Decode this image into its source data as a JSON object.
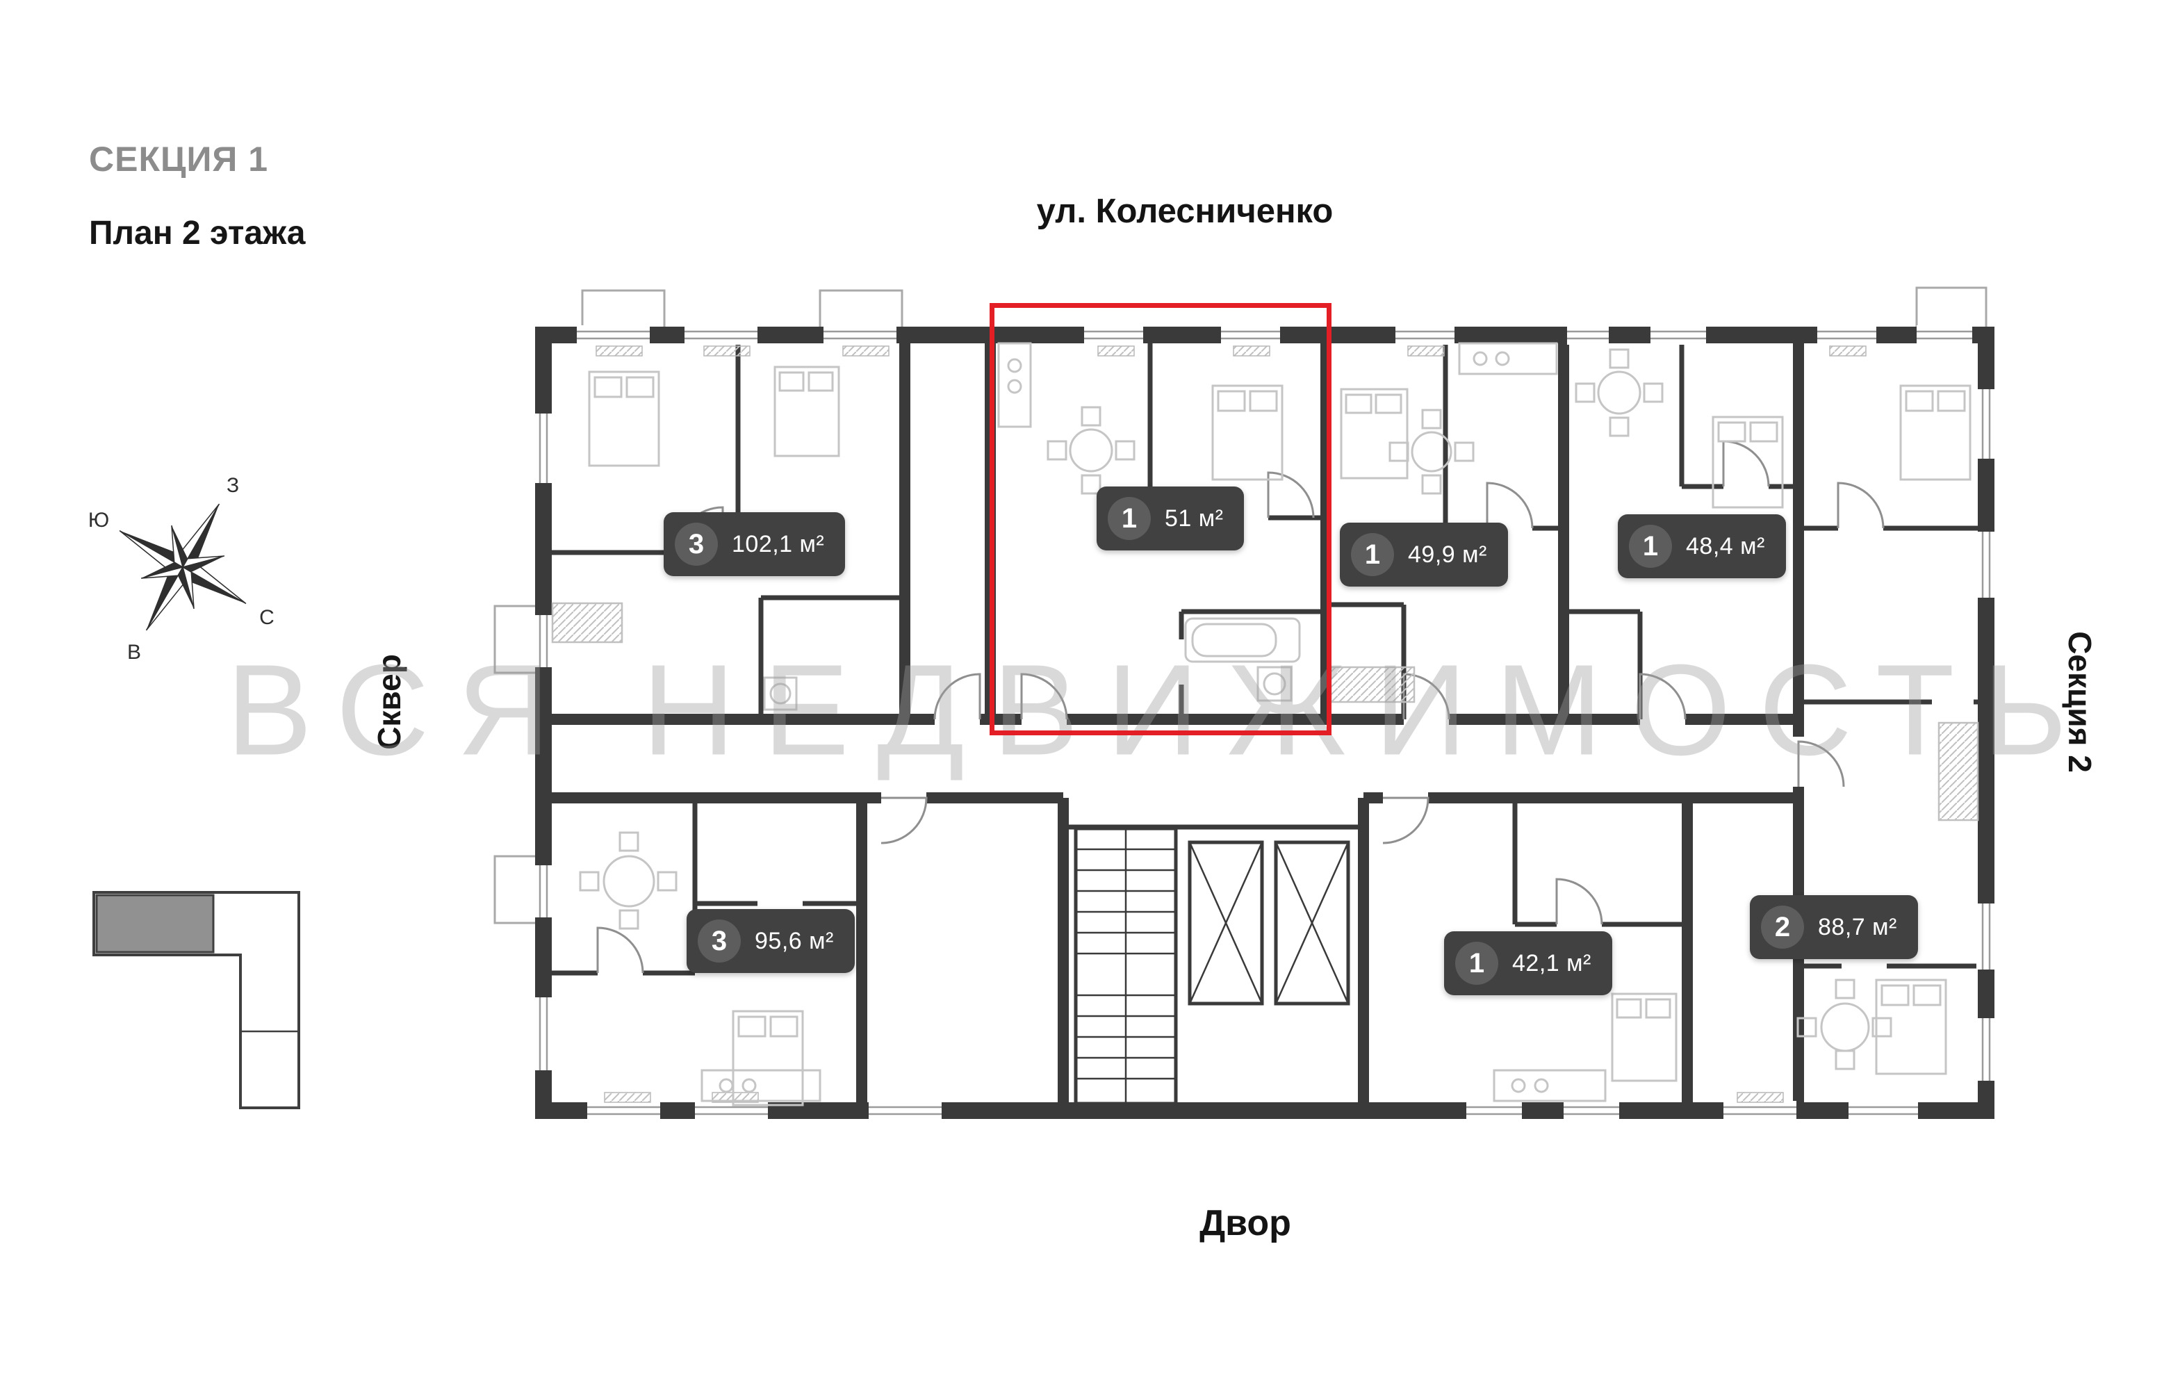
{
  "header": {
    "section": "СЕКЦИЯ 1",
    "floor": "План 2 этажа"
  },
  "surroundings": {
    "street": "ул. Колесниченко",
    "yard": "Двор",
    "left": "Сквер",
    "right": "Секция 2"
  },
  "compass": {
    "north": "С",
    "south": "Ю",
    "west": "З",
    "east": "В"
  },
  "watermark": "ВСЯ НЕДВИЖИМОСТЬ",
  "apartments": [
    {
      "rooms": "3",
      "area": "102,1 м²",
      "highlighted": false
    },
    {
      "rooms": "1",
      "area": "51 м²",
      "highlighted": true
    },
    {
      "rooms": "1",
      "area": "49,9 м²",
      "highlighted": false
    },
    {
      "rooms": "1",
      "area": "48,4 м²",
      "highlighted": false
    },
    {
      "rooms": "3",
      "area": "95,6 м²",
      "highlighted": false
    },
    {
      "rooms": "1",
      "area": "42,1 м²",
      "highlighted": false
    },
    {
      "rooms": "2",
      "area": "88,7 м²",
      "highlighted": false
    }
  ],
  "colors": {
    "wall": "#3a3a3a",
    "badge_bg": "#414141",
    "badge_circle": "#5d5d5d",
    "highlight": "#e31e24",
    "title_gray": "#8c8c8c",
    "text": "#141414",
    "watermark": "#9e9e9e",
    "furniture": "#c5c5c5",
    "minimap_fill": "#919191"
  }
}
